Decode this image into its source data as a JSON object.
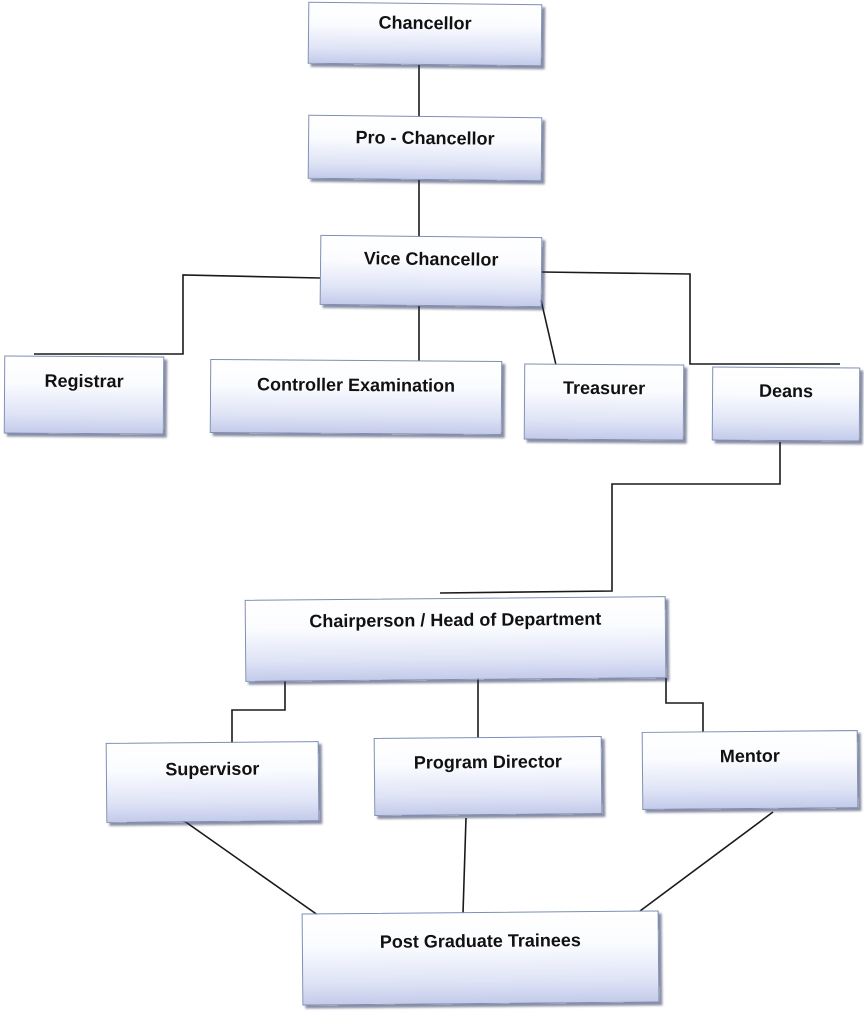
{
  "diagram": {
    "type": "org-chart",
    "colors": {
      "box_top": "#ffffff",
      "box_bottom": "#c4cbea",
      "box_border": "#7d8fb3",
      "connector": "#1a1a1a",
      "text": "#111111"
    },
    "nodes": {
      "chancellor": "Chancellor",
      "pro_chancellor": "Pro - Chancellor",
      "vice_chancellor": "Vice Chancellor",
      "registrar": "Registrar",
      "controller_examination": "Controller Examination",
      "treasurer": "Treasurer",
      "deans": "Deans",
      "chairperson": "Chairperson / Head of Department",
      "supervisor": "Supervisor",
      "program_director": "Program Director",
      "mentor": "Mentor",
      "post_graduate_trainees": "Post Graduate Trainees"
    },
    "edges": [
      [
        "chancellor",
        "pro_chancellor"
      ],
      [
        "pro_chancellor",
        "vice_chancellor"
      ],
      [
        "vice_chancellor",
        "registrar"
      ],
      [
        "vice_chancellor",
        "controller_examination"
      ],
      [
        "vice_chancellor",
        "treasurer"
      ],
      [
        "vice_chancellor",
        "deans"
      ],
      [
        "deans",
        "chairperson"
      ],
      [
        "chairperson",
        "supervisor"
      ],
      [
        "chairperson",
        "program_director"
      ],
      [
        "chairperson",
        "mentor"
      ],
      [
        "supervisor",
        "post_graduate_trainees"
      ],
      [
        "program_director",
        "post_graduate_trainees"
      ],
      [
        "mentor",
        "post_graduate_trainees"
      ]
    ]
  }
}
